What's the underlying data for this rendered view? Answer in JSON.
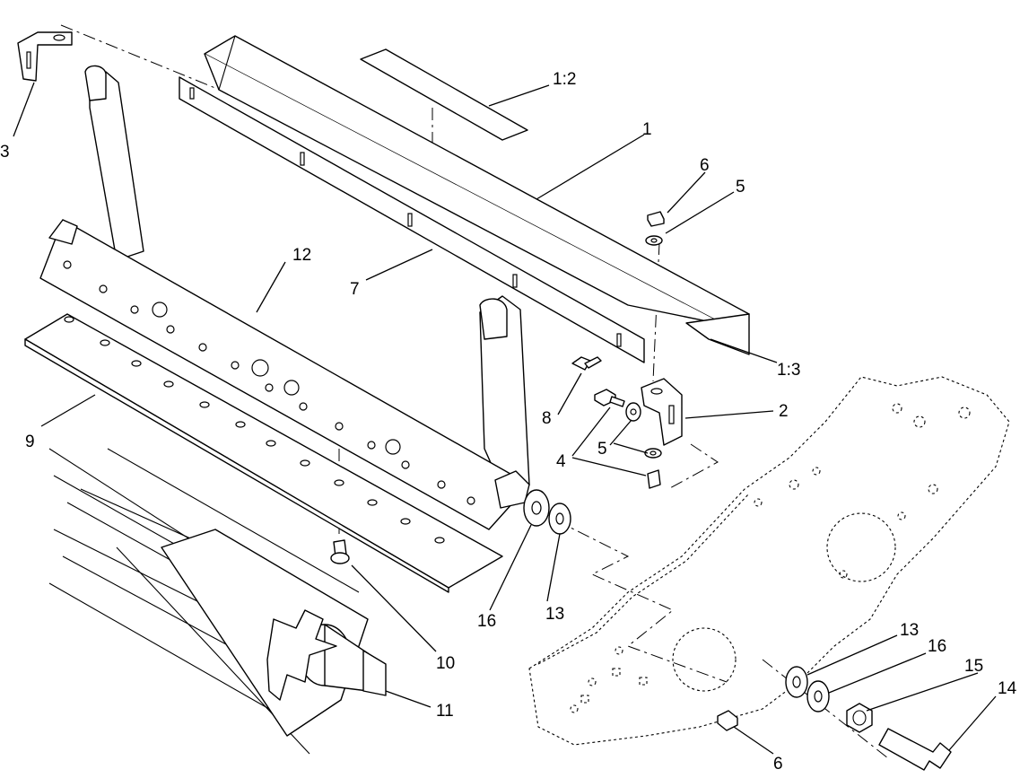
{
  "callouts": {
    "c1": "1",
    "c1_2": "1:2",
    "c1_3": "1:3",
    "c2": "2",
    "c3": "3",
    "c4": "4",
    "c5a": "5",
    "c5b": "5",
    "c6a": "6",
    "c6b": "6",
    "c7": "7",
    "c8": "8",
    "c9": "9",
    "c10": "10",
    "c11": "11",
    "c12": "12",
    "c13a": "13",
    "c13b": "13",
    "c14": "14",
    "c15": "15",
    "c16a": "16",
    "c16b": "16"
  }
}
